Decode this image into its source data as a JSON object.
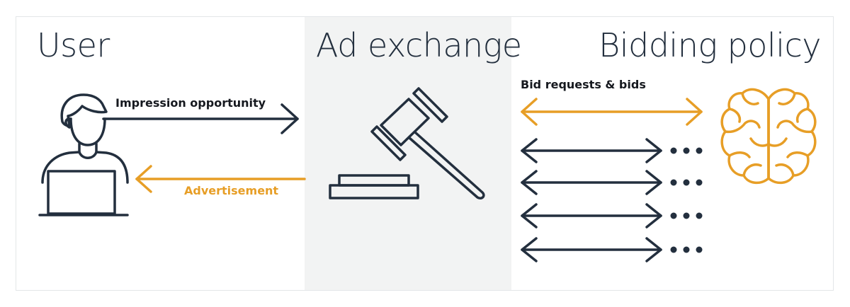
{
  "sections": {
    "user": "User",
    "exchange": "Ad exchange",
    "bidding": "Bidding policy"
  },
  "labels": {
    "impression": "Impression opportunity",
    "advertisement": "Advertisement",
    "bids": "Bid requests & bids"
  },
  "colors": {
    "dark": "#232f3e",
    "accent": "#e79e26",
    "panel": "#f2f3f3"
  },
  "icons": {
    "user": "user-at-laptop-icon",
    "exchange": "auction-gavel-icon",
    "bidding": "brain-icon"
  }
}
